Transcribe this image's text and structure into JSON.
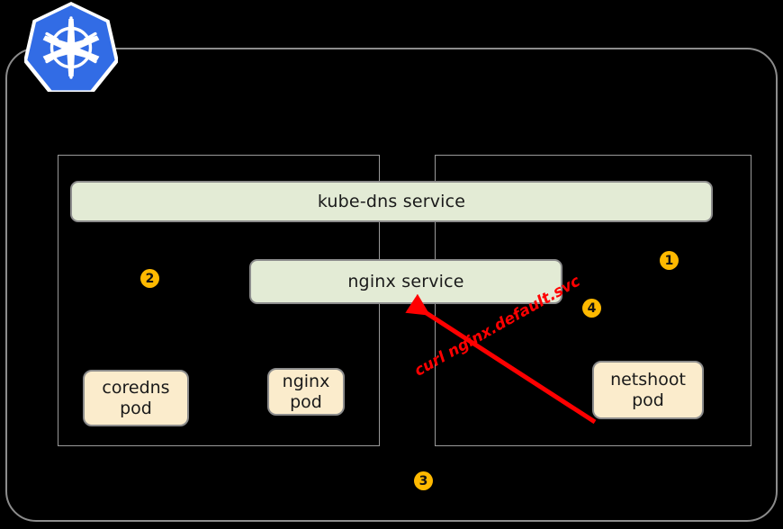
{
  "diagram": {
    "title": "kubernetes-dns-service-flow",
    "logo": {
      "name": "kubernetes-logo",
      "brand_color": "#326CE5"
    },
    "colors": {
      "background": "#000000",
      "cluster_border": "#8c8c8c",
      "inner_border": "#9a9a9a",
      "service_fill": "#e3ebd5",
      "pod_fill": "#fbeccc",
      "badge_fill": "#ffb900",
      "arrow_color": "#ff0000"
    },
    "services": [
      {
        "id": "kube-dns",
        "label": "kube-dns service"
      },
      {
        "id": "nginx",
        "label": "nginx service"
      }
    ],
    "pods": [
      {
        "id": "coredns",
        "line1": "coredns",
        "line2": "pod"
      },
      {
        "id": "nginx",
        "line1": "nginx",
        "line2": "pod"
      },
      {
        "id": "netshoot",
        "line1": "netshoot",
        "line2": "pod"
      }
    ],
    "badges": [
      {
        "id": "step-1",
        "label": "1"
      },
      {
        "id": "step-2",
        "label": "2"
      },
      {
        "id": "step-3",
        "label": "3"
      },
      {
        "id": "step-4",
        "label": "4"
      }
    ],
    "annotations": [
      {
        "id": "curl-command",
        "label": "curl nginx.default.svc"
      }
    ]
  }
}
